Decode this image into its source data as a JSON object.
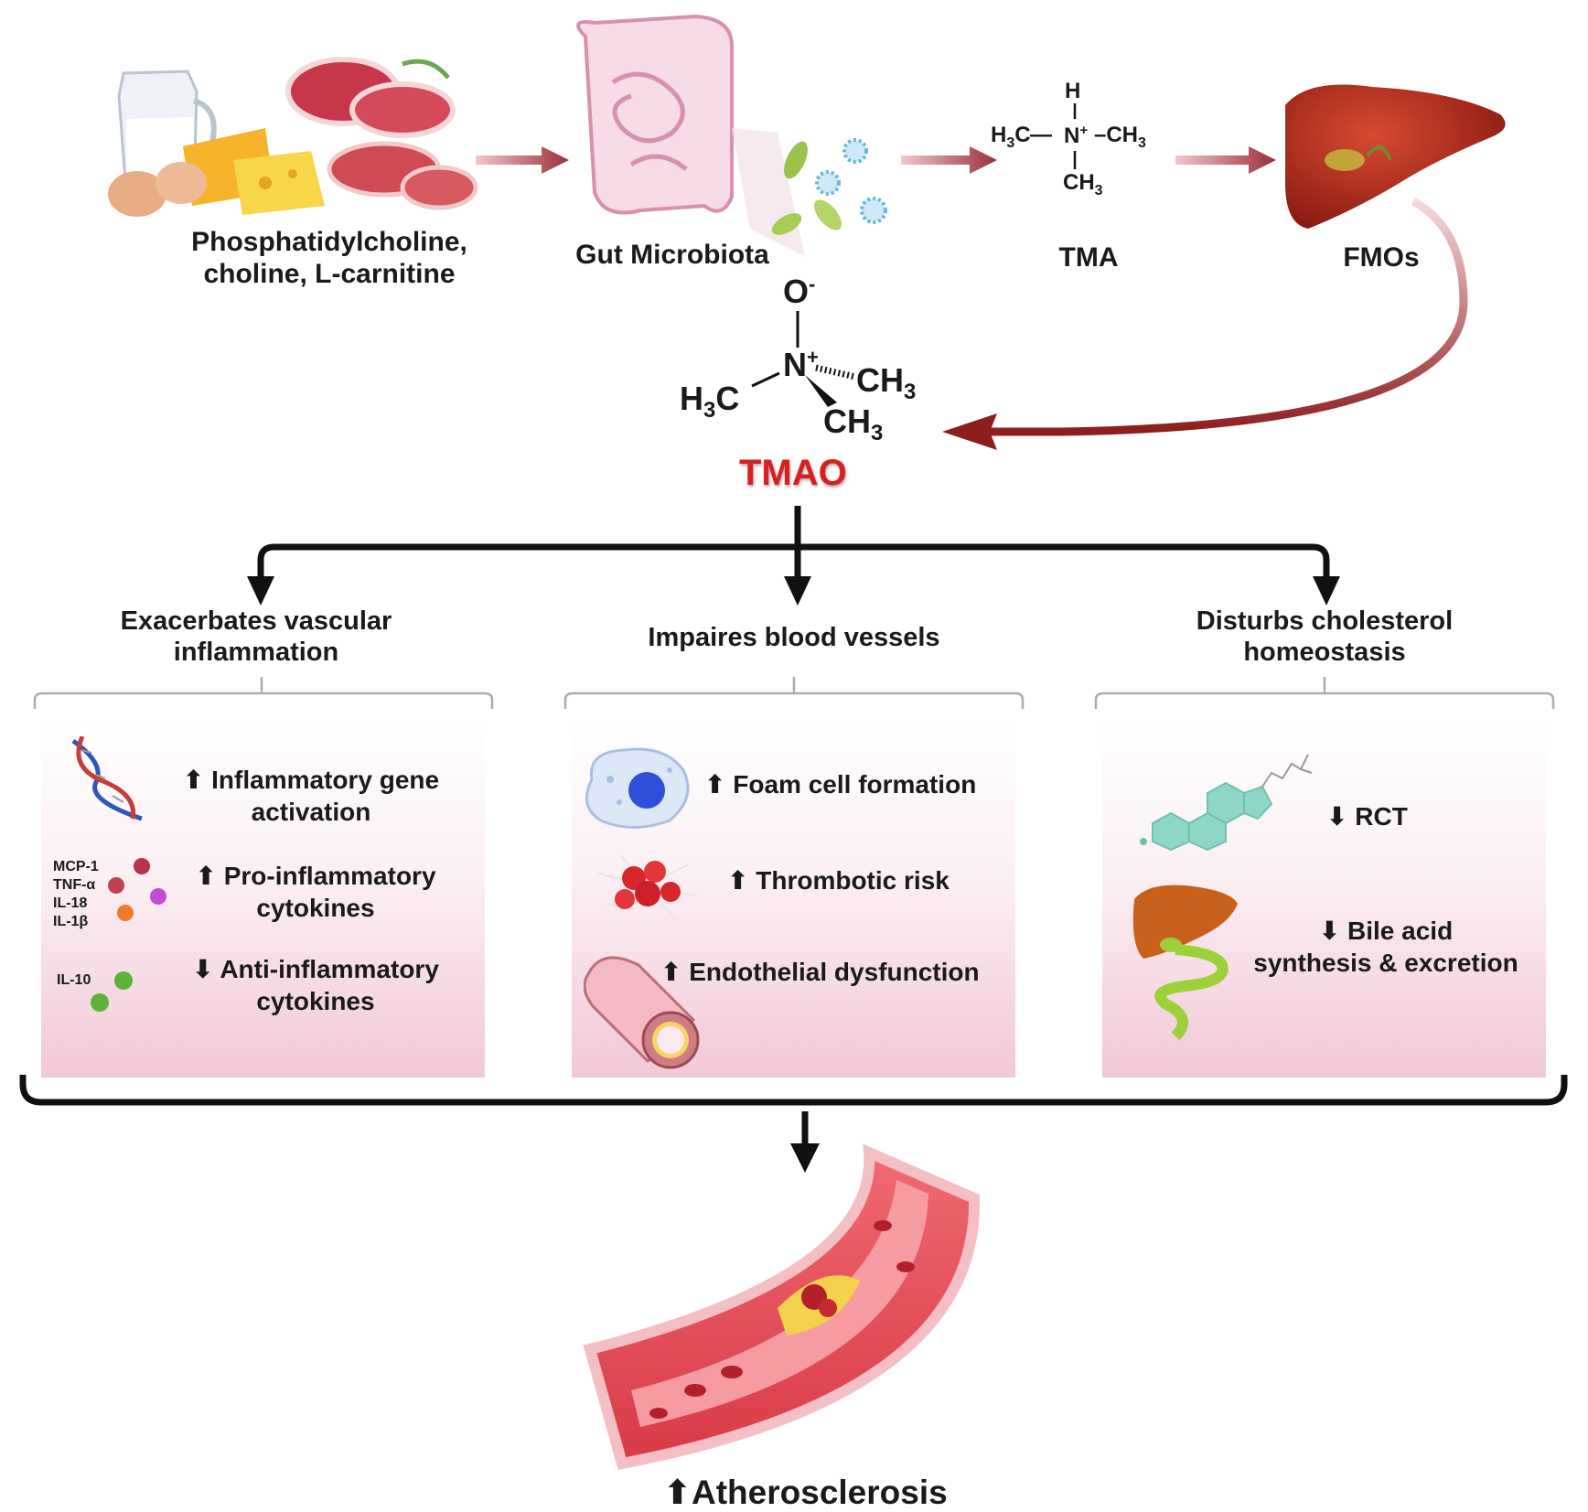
{
  "pathway": {
    "food_label": "Phosphatidylcholine,\ncholine, L-carnitine",
    "gut_label": "Gut Microbiota",
    "tma_label": "TMA",
    "fmo_label": "FMOs",
    "tma_formula": {
      "h": "H",
      "h3c": "H",
      "h3c_sub": "3",
      "h3c_c": "C",
      "bond_left": "—",
      "n": "N",
      "n_plus": "+",
      "bond_right": "–CH",
      "right_sub": "3",
      "bottom": "CH",
      "bottom_sub": "3"
    },
    "tmao_formula": {
      "o": "O",
      "o_minus": "-",
      "n": "N",
      "n_plus": "+",
      "ch3_a": "CH",
      "ch3_a_sub": "3",
      "ch3_b": "CH",
      "ch3_b_sub": "3",
      "h3c": "H",
      "h3c_sub": "3",
      "h3c_c": "C"
    },
    "tmao_label": "TMAO"
  },
  "effects": [
    {
      "heading": "Exacerbates vascular\ninflammation",
      "items": [
        {
          "arrow": "⬆",
          "text": "Inflammatory gene\nactivation"
        },
        {
          "arrow": "⬆",
          "text": "Pro-inflammatory\ncytokines",
          "markers": [
            "MCP-1",
            "TNF-α",
            "IL-18",
            "IL-1β"
          ]
        },
        {
          "arrow": "⬇",
          "text": "Anti-inflammatory\ncytokines",
          "markers": [
            "IL-10"
          ]
        }
      ]
    },
    {
      "heading": "Impaires blood vessels",
      "items": [
        {
          "arrow": "⬆",
          "text": "Foam cell formation"
        },
        {
          "arrow": "⬆",
          "text": "Thrombotic risk"
        },
        {
          "arrow": "⬆",
          "text": "Endothelial dysfunction"
        }
      ]
    },
    {
      "heading": "Disturbs cholesterol\nhomeostasis",
      "items": [
        {
          "arrow": "⬇",
          "text": "RCT"
        },
        {
          "arrow": "⬇",
          "text": "Bile acid\nsynthesis & excretion"
        }
      ]
    }
  ],
  "outcome": {
    "arrow": "⬆",
    "text": "Atherosclerosis"
  },
  "colors": {
    "tmao_red": "#d92020",
    "flow_arrow": "#9b2f3b",
    "liver": "#b8281c",
    "panel_pink": "#f2c8d6",
    "vessel_wall": "#e8505a",
    "plaque": "#f2d24a"
  },
  "icons": [
    "milk-jug-icon",
    "meat-icon",
    "cheese-icon",
    "egg-icon",
    "intestine-icon",
    "bacteria-icon",
    "liver-icon",
    "dna-icon",
    "cytokine-beads-icon",
    "foam-cell-icon",
    "blood-clot-icon",
    "vessel-tube-icon",
    "cholesterol-molecule-icon",
    "liver-gallbladder-icon",
    "artery-plaque-icon"
  ]
}
